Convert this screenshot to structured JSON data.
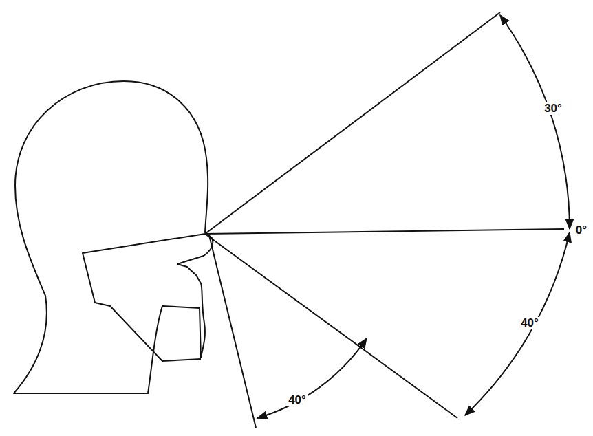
{
  "diagram": {
    "labels": [
      "30°",
      "0°",
      "40°",
      "40°"
    ]
  }
}
